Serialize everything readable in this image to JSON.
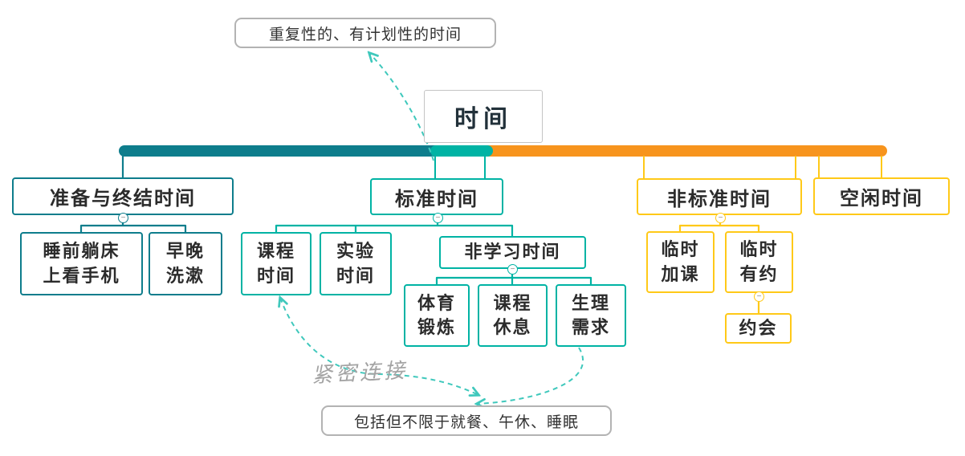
{
  "app": {
    "type": "mindmap"
  },
  "root": {
    "label": "时间"
  },
  "floating_notes": {
    "top": "重复性的、有计划性的时间",
    "bottom": "包括但不限于就餐、午休、睡眠"
  },
  "relationships": {
    "label": "紧密连接"
  },
  "icons": {
    "collapse": "−"
  },
  "colors": {
    "branch_teal_dark": "#0E7D8C",
    "branch_teal": "#00B3A4",
    "branch_bar_orange": "#F7941D",
    "branch_yellow": "#FFC918",
    "relationship_line": "#3FC8BC",
    "note_border": "#b3b3b3"
  },
  "branches": {
    "prep": {
      "label": "准备与终结时间",
      "children": {
        "phone": "睡前躺床\n上看手机",
        "wash": "早晚\n洗漱"
      }
    },
    "standard": {
      "label": "标准时间",
      "children": {
        "course": "课程\n时间",
        "experiment": "实验\n时间",
        "nonstudy": {
          "label": "非学习时间",
          "children": {
            "sport": "体育\n锻炼",
            "break": "课程\n休息",
            "physio": "生理\n需求"
          }
        }
      }
    },
    "nonstandard": {
      "label": "非标准时间",
      "children": {
        "extra": "临时\n加课",
        "appointment": {
          "label": "临时\n有约",
          "children": {
            "date": "约会"
          }
        }
      }
    },
    "free": {
      "label": "空闲时间"
    }
  }
}
